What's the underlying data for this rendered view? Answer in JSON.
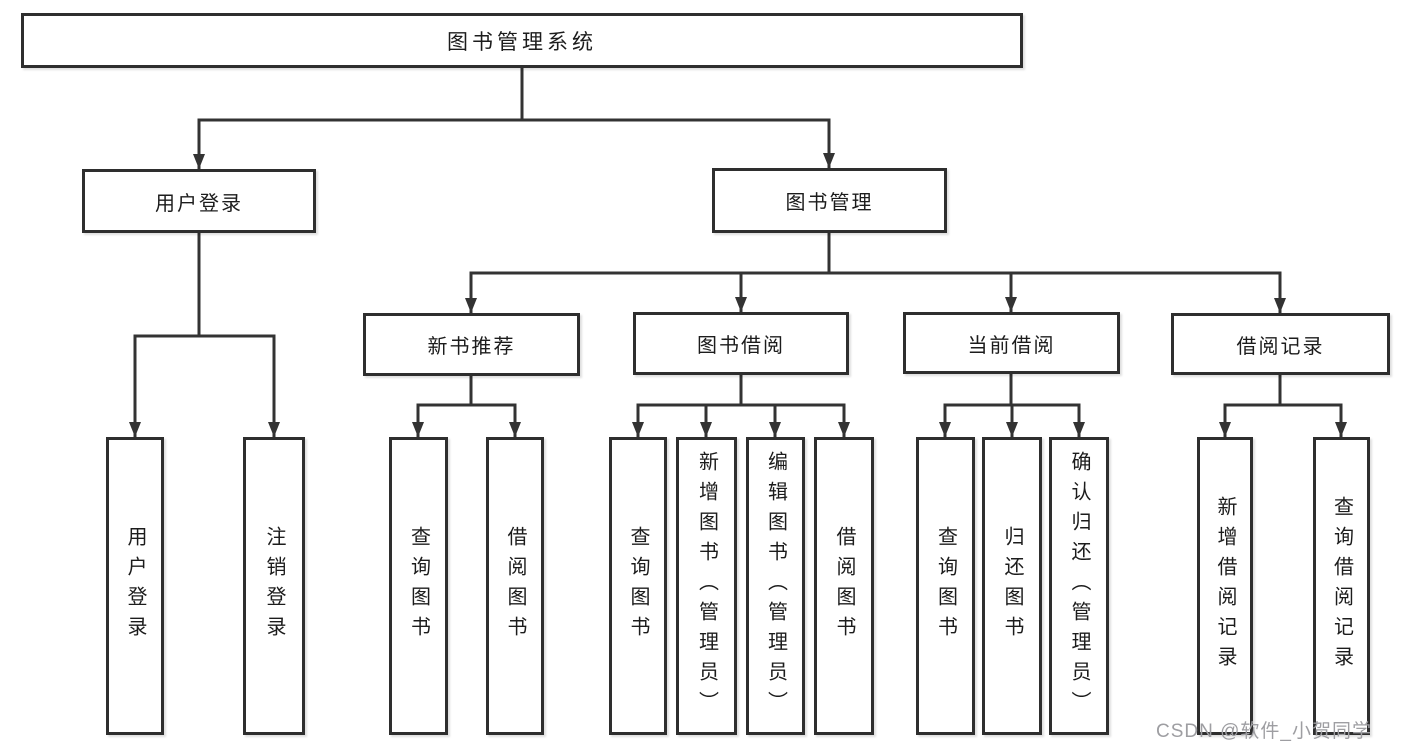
{
  "tree": {
    "root": {
      "label": "图书管理系统"
    },
    "branches": [
      {
        "label": "用户登录",
        "children": [
          {
            "label": "用户登录"
          },
          {
            "label": "注销登录"
          }
        ]
      },
      {
        "label": "图书管理",
        "children": [
          {
            "label": "新书推荐",
            "children": [
              {
                "label": "查询图书"
              },
              {
                "label": "借阅图书"
              }
            ]
          },
          {
            "label": "图书借阅",
            "children": [
              {
                "label": "查询图书"
              },
              {
                "label": "新增图书（管理员）"
              },
              {
                "label": "编辑图书（管理员）"
              },
              {
                "label": "借阅图书"
              }
            ]
          },
          {
            "label": "当前借阅",
            "children": [
              {
                "label": "查询图书"
              },
              {
                "label": "归还图书"
              },
              {
                "label": "确认归还（管理员）"
              }
            ]
          },
          {
            "label": "借阅记录",
            "children": [
              {
                "label": "新增借阅记录"
              },
              {
                "label": "查询借阅记录"
              }
            ]
          }
        ]
      }
    ]
  },
  "watermark": {
    "text": "CSDN @软件_小贺同学"
  },
  "colors": {
    "line": "#333333",
    "node_border": "#2e2e2e",
    "text": "#1c1c1c",
    "watermark": "#9e9ea2",
    "background": "#ffffff"
  }
}
